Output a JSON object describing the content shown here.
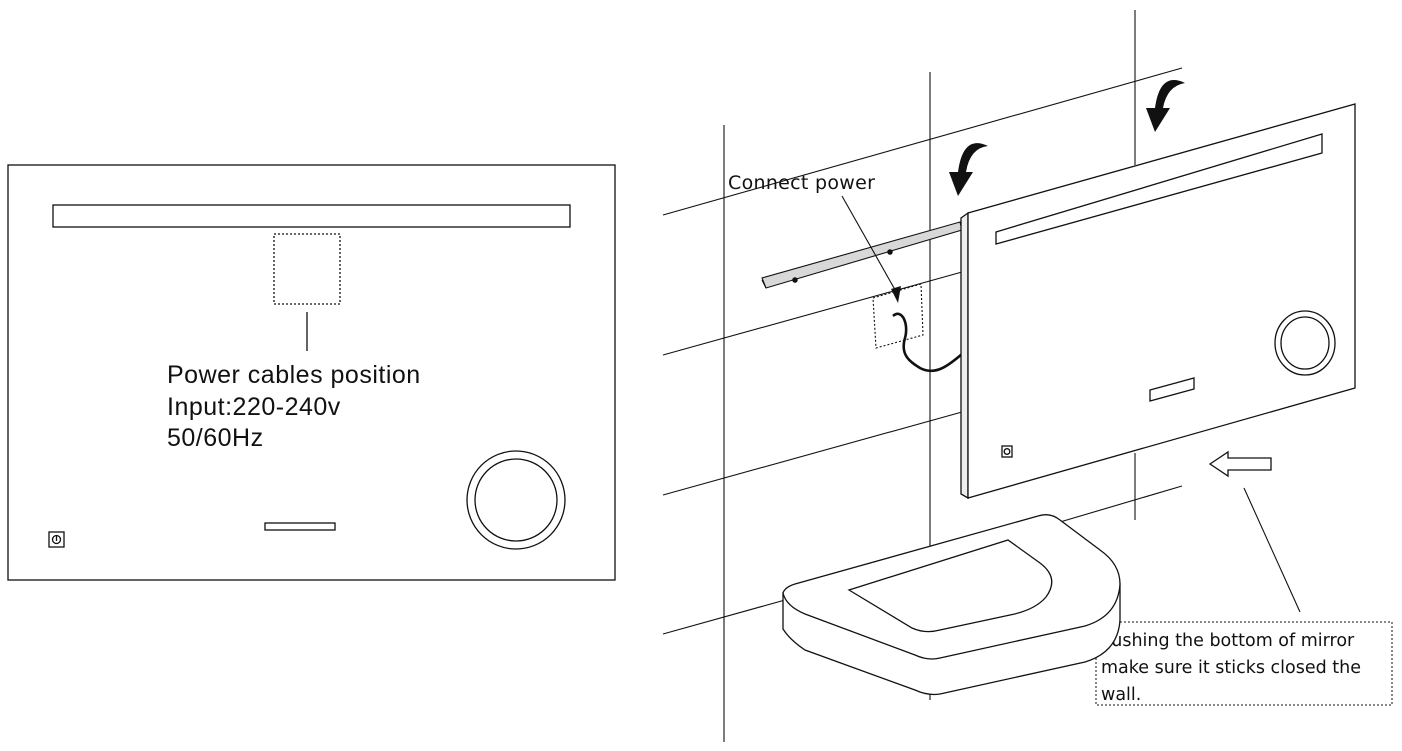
{
  "front_view": {
    "caption_line1": "Power cables position",
    "caption_line2": "Input:220-240v",
    "caption_line3": "50/60Hz"
  },
  "install_view": {
    "connect_label": "Connect power",
    "push_note_line1": "Pushing the bottom of mirror",
    "push_note_line2": "make sure it sticks closed the",
    "push_note_line3": "wall."
  },
  "colors": {
    "stroke": "#111111",
    "background": "#ffffff"
  }
}
